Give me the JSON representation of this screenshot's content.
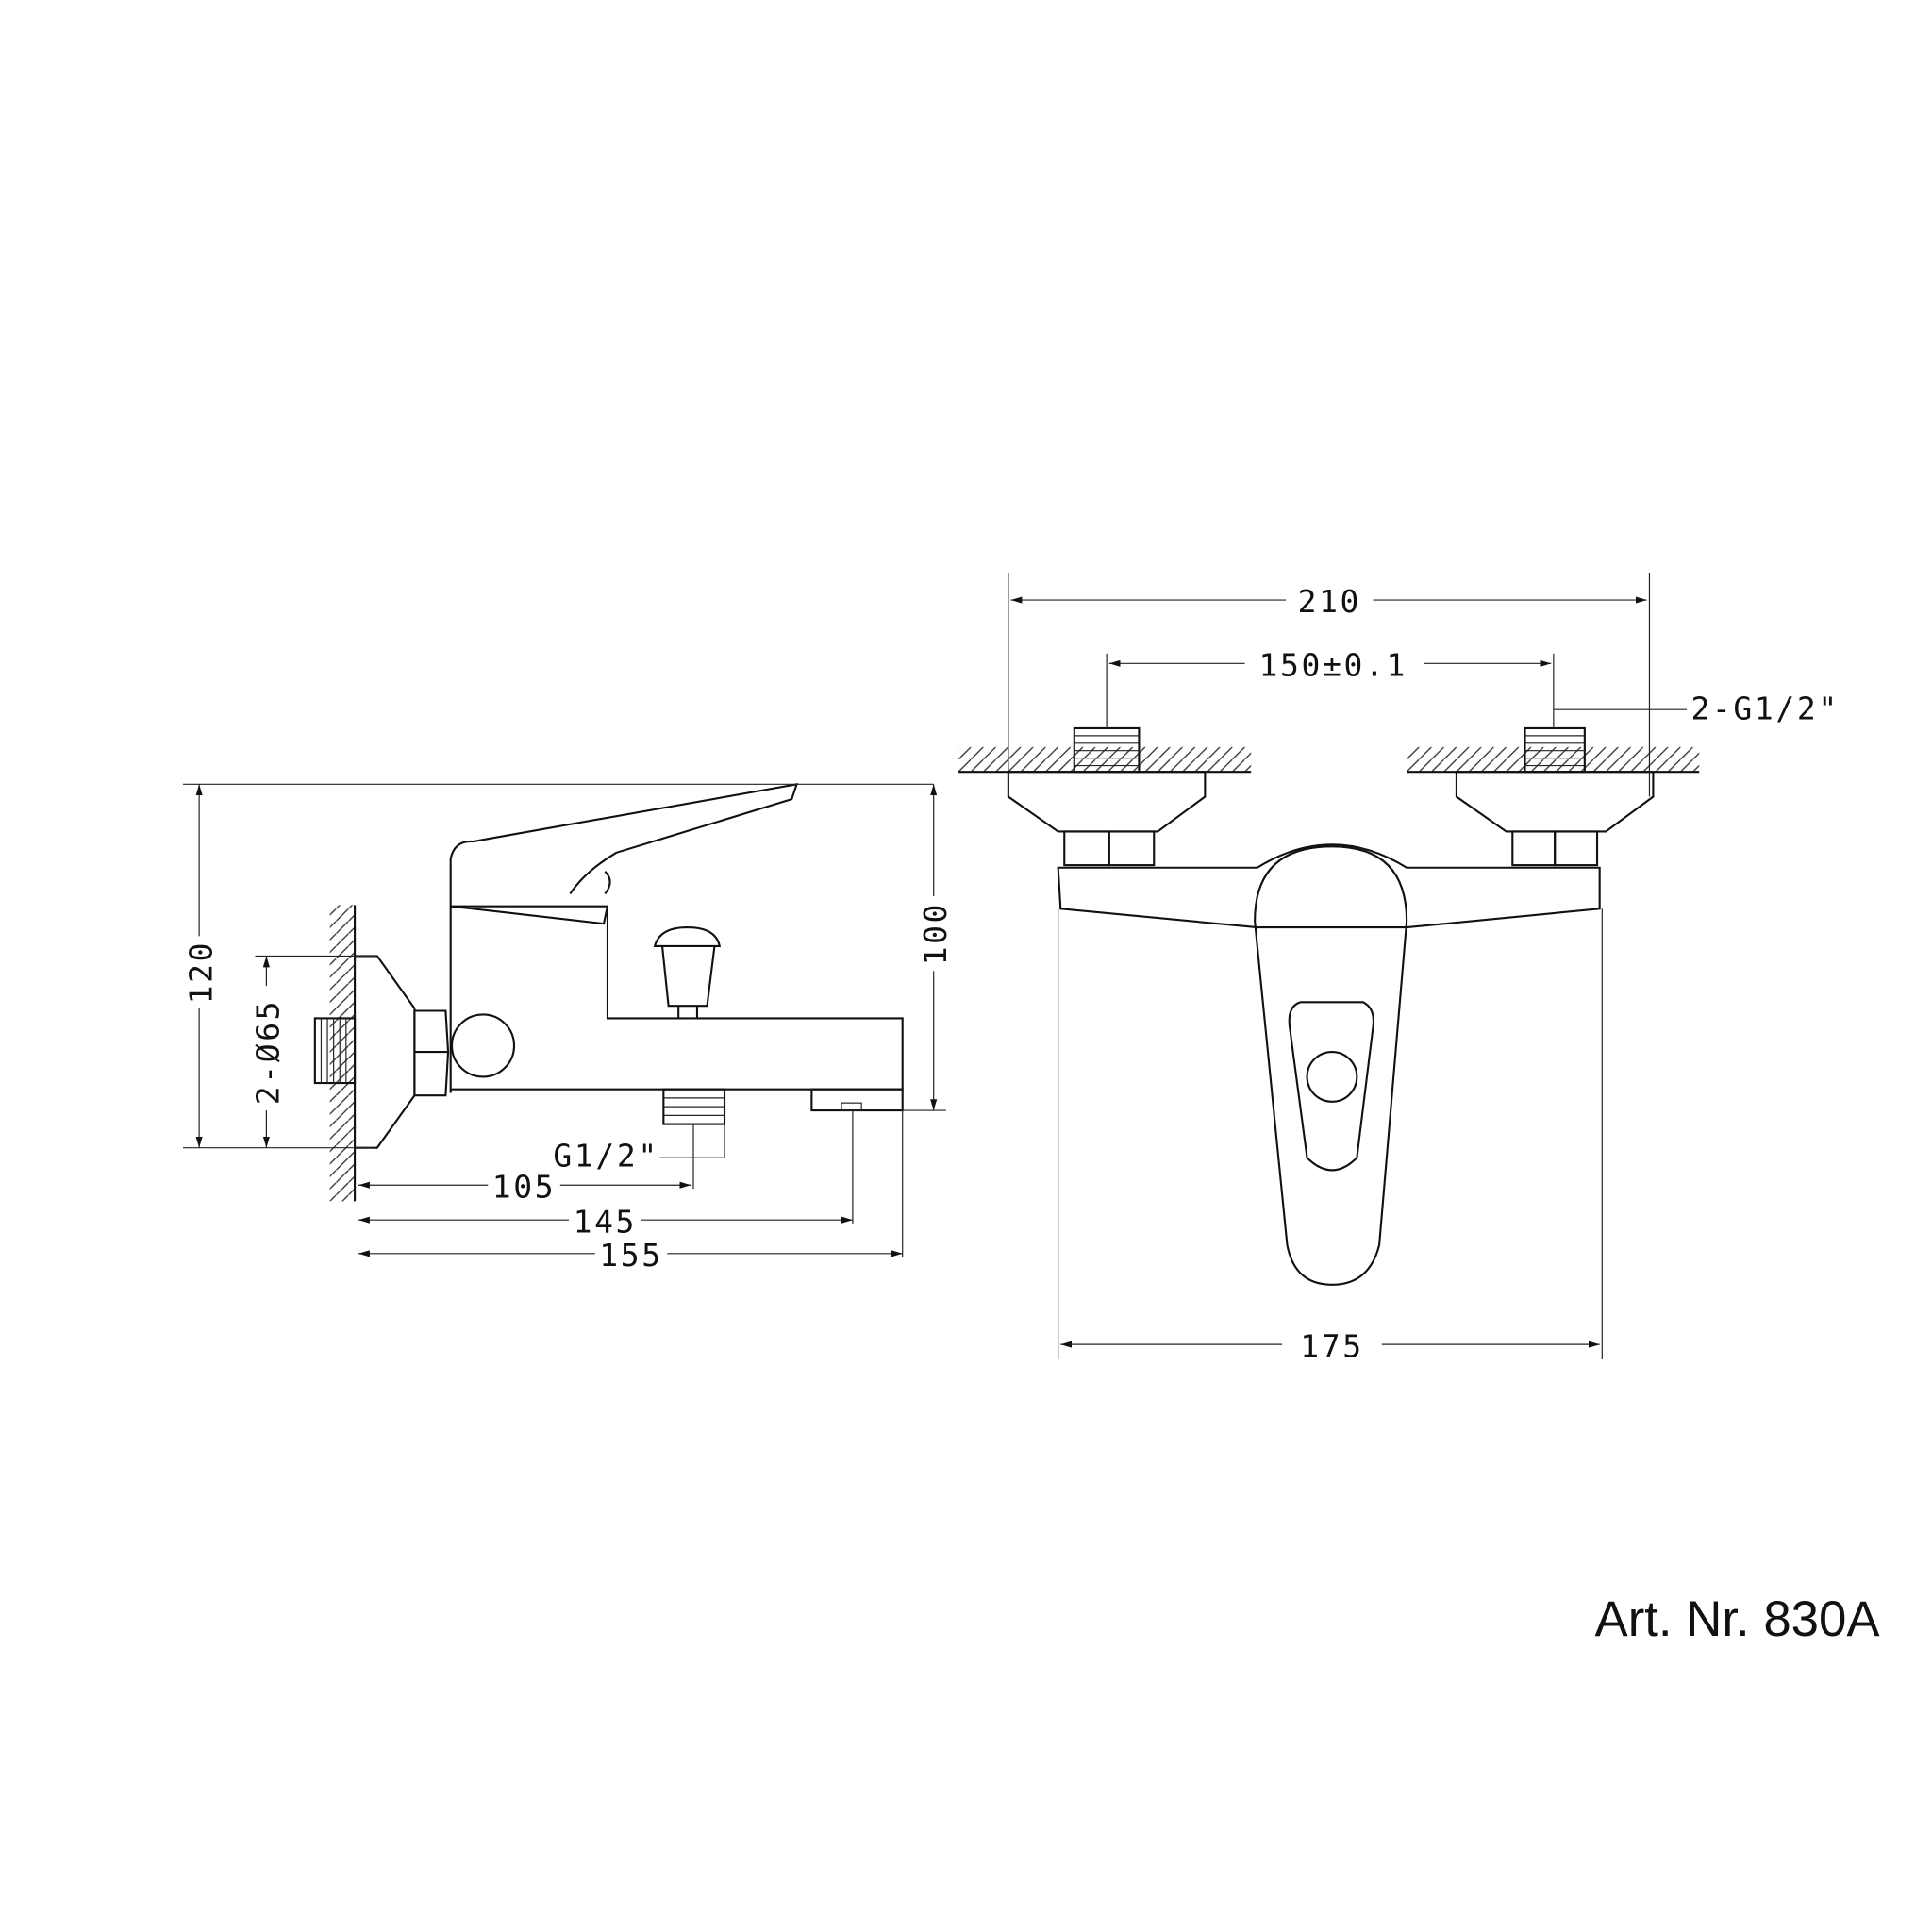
{
  "side_view": {
    "dim_height_total": "120",
    "dim_flange": "2-Ø65",
    "dim_spout_height": "100",
    "dim_inlet_thread": "G1/2\"",
    "dim_105": "105",
    "dim_145": "145",
    "dim_155": "155"
  },
  "front_view": {
    "dim_total_width": "210",
    "dim_center_distance": "150±0.1",
    "dim_connection_thread": "2-G1/2\"",
    "dim_body_width": "175"
  },
  "article_number": "Art. Nr. 830A"
}
